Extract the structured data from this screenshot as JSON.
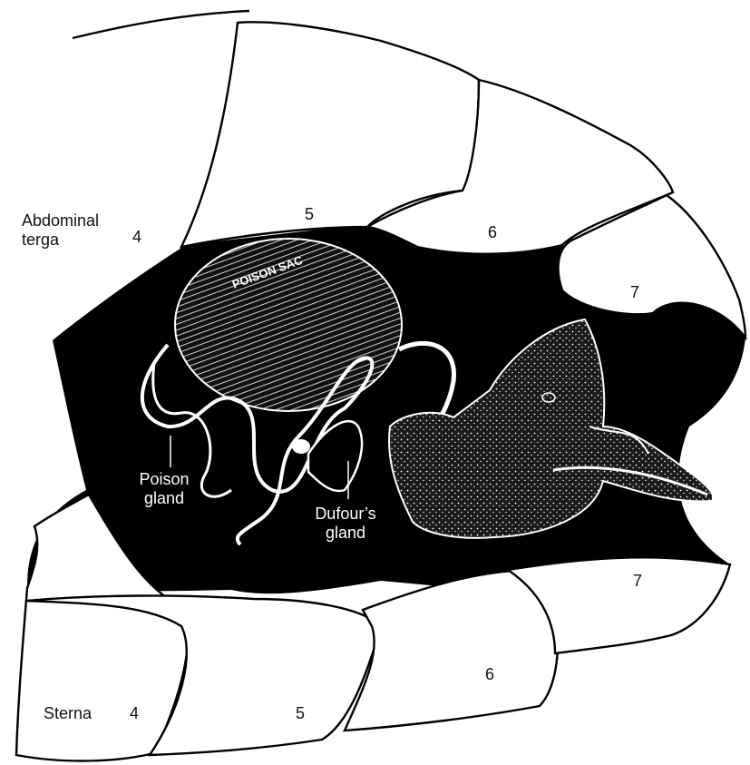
{
  "labels": {
    "abdominal_terga_line1": "Abdominal",
    "abdominal_terga_line2": "terga",
    "sterna": "Sterna",
    "poison_gland_line1": "Poison",
    "poison_gland_line2": "gland",
    "dufours_gland_line1": "Dufour’s",
    "dufours_gland_line2": "gland",
    "poison_sac": "POISON SAC"
  },
  "segment_numbers": {
    "tergum_4": "4",
    "tergum_5": "5",
    "tergum_6": "6",
    "tergum_7": "7",
    "sternum_4": "4",
    "sternum_5": "5",
    "sternum_6": "6",
    "sternum_7": "7"
  },
  "colors": {
    "cavity": "#000000",
    "outline": "#000000",
    "plate_fill": "#ffffff",
    "gland": "#ffffff"
  }
}
